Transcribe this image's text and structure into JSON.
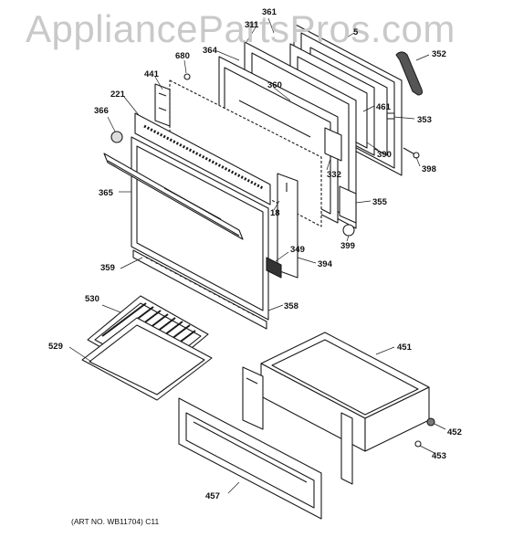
{
  "watermark": "AppliancePartsPros.com",
  "art_number": "(ART NO. WB11704) C11",
  "callouts": {
    "p361": "361",
    "p311": "311",
    "p5": "5",
    "p352": "352",
    "p364": "364",
    "p680": "680",
    "p441": "441",
    "p360": "360",
    "p221": "221",
    "p461": "461",
    "p353": "353",
    "p366": "366",
    "p390": "390",
    "p398": "398",
    "p332": "332",
    "p365": "365",
    "p355": "355",
    "p18": "18",
    "p399": "399",
    "p349": "349",
    "p394": "394",
    "p359": "359",
    "p358": "358",
    "p530": "530",
    "p451": "451",
    "p529": "529",
    "p452": "452",
    "p453": "453",
    "p457": "457"
  }
}
